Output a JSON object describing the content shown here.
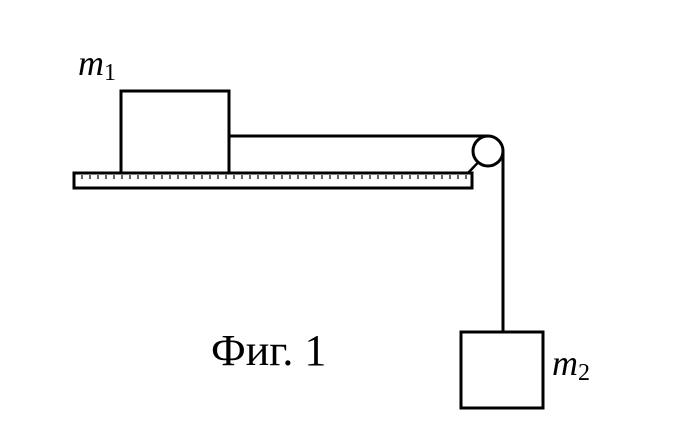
{
  "labels": {
    "mass1": {
      "symbol": "m",
      "subscript": "1"
    },
    "mass2": {
      "symbol": "m",
      "subscript": "2"
    },
    "caption": "Фиг. 1"
  },
  "colors": {
    "stroke": "#000000",
    "background": "#ffffff"
  }
}
